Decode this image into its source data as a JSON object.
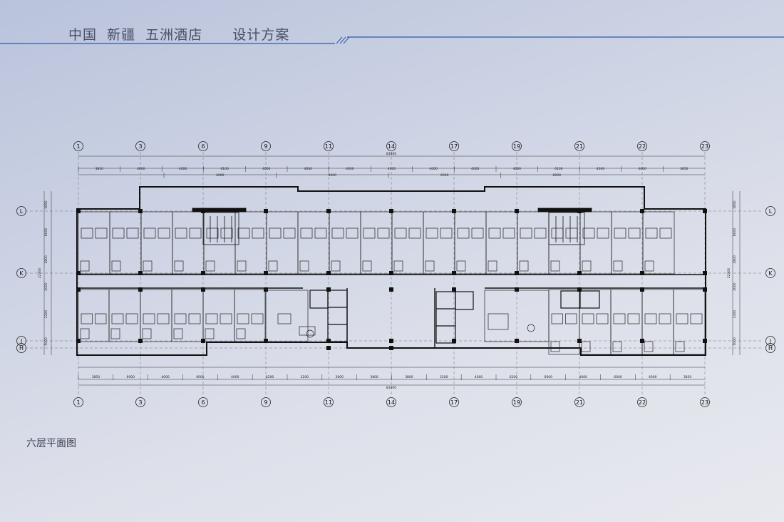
{
  "header": {
    "title": "中国  新疆  五洲酒店      设计方案",
    "accent_color": "#2f5aa8"
  },
  "plan": {
    "columns": [
      "1",
      "3",
      "6",
      "9",
      "11",
      "14",
      "17",
      "19",
      "21",
      "22",
      "23"
    ],
    "rows": [
      "L",
      "K",
      "J",
      "H"
    ],
    "top_dims": [
      "3850",
      "4000",
      "4000",
      "6100",
      "4000",
      "4000",
      "4000",
      "4000",
      "4000",
      "4000",
      "4000",
      "6100",
      "4000",
      "4000",
      "3850"
    ],
    "top_sub_dims": [
      "4000",
      "4000",
      "6000",
      "6000"
    ],
    "bottom_dims": [
      "3850",
      "6000",
      "4000",
      "6000",
      "4000",
      "6200",
      "2200",
      "3800",
      "3800",
      "3800",
      "2200",
      "4000",
      "6200",
      "6000",
      "4000",
      "6000",
      "4000",
      "3850"
    ],
    "total_top": "83300",
    "total_bottom": "83300",
    "side_dims": [
      "1850",
      "6000",
      "2800",
      "2000",
      "2100",
      "5000"
    ],
    "side_total": "22300"
  },
  "caption": "六层平面图"
}
